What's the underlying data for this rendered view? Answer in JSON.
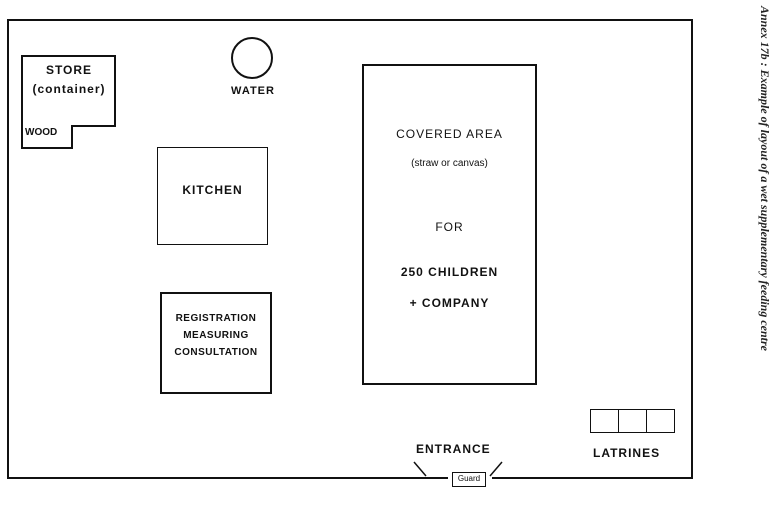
{
  "caption": "Annex 17b : Example of layout of a  wet supplementary feeding centre",
  "store": {
    "title": "STORE",
    "subtitle": "(container)",
    "wood": "WOOD"
  },
  "water": "WATER",
  "kitchen": "KITCHEN",
  "registration": [
    "REGISTRATION",
    "MEASURING",
    "CONSULTATION"
  ],
  "covered_area": {
    "title": "COVERED AREA",
    "material": "(straw or canvas)",
    "for": "FOR",
    "capacity": "250 CHILDREN",
    "company": "+ COMPANY"
  },
  "entrance": "ENTRANCE",
  "guard": "Guard",
  "latrines": "LATRINES"
}
